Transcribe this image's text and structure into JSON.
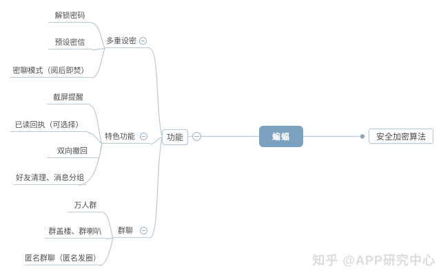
{
  "map": {
    "root": "蝙蝠",
    "right_child": "安全加密算法",
    "hub": "功能",
    "branches": [
      {
        "label": "多重设密",
        "children": [
          "解锁密码",
          "预设密信",
          "密聊模式（阅后即焚）"
        ]
      },
      {
        "label": "特色功能",
        "children": [
          "截屏提醒",
          "已读回执（可选择）",
          "双向撤回",
          "好友清理、消息分组"
        ]
      },
      {
        "label": "群聊",
        "children": [
          "万人群",
          "群盖楼、群喇叭",
          "匿名群聊（匿名发圈）"
        ]
      }
    ],
    "collapse_icon_symbol": "minus"
  },
  "watermark": "知乎 @APP研究中心",
  "colors": {
    "root_fill": "#7ba1c0",
    "root_text": "#ffffff",
    "line": "#b9c9d5",
    "node_border": "#b6c7d4",
    "node_fill": "#fbfdff",
    "text": "#4e4e4e",
    "dot": "#8ba6bb",
    "watermark": "#dcdcdc"
  }
}
